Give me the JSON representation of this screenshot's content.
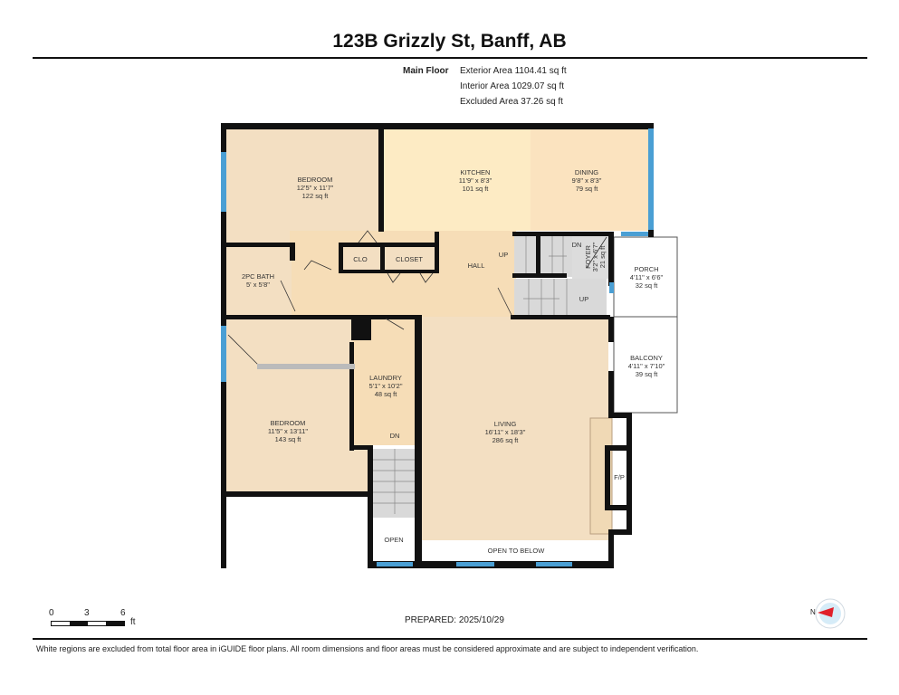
{
  "header": {
    "title": "123B Grizzly St, Banff, AB",
    "floor_label": "Main Floor",
    "exterior_area": "Exterior Area 1104.41 sq ft",
    "interior_area": "Interior Area 1029.07 sq ft",
    "excluded_area": "Excluded Area 37.26 sq ft"
  },
  "rooms": {
    "bedroom1": {
      "name": "BEDROOM",
      "dims": "12'5\" x 11'7\"",
      "area": "122 sq ft"
    },
    "kitchen": {
      "name": "KITCHEN",
      "dims": "11'9\" x 8'3\"",
      "area": "101 sq ft"
    },
    "dining": {
      "name": "DINING",
      "dims": "9'8\" x 8'3\"",
      "area": "79 sq ft"
    },
    "clo": {
      "name": "CLO"
    },
    "closet": {
      "name": "CLOSET"
    },
    "hall": {
      "name": "HALL"
    },
    "bath": {
      "name": "2PC BATH",
      "dims": "5' x 5'8\""
    },
    "foyer": {
      "name": "FOYER",
      "dims": "3'2\" x 6'7\"",
      "area": "21 sq ft"
    },
    "porch": {
      "name": "PORCH",
      "dims": "4'11\" x 6'6\"",
      "area": "32 sq ft"
    },
    "balcony": {
      "name": "BALCONY",
      "dims": "4'11\" x 7'10\"",
      "area": "39 sq ft"
    },
    "laundry": {
      "name": "LAUNDRY",
      "dims": "5'1\" x 10'2\"",
      "area": "48 sq ft"
    },
    "bedroom2": {
      "name": "BEDROOM",
      "dims": "11'5\" x 13'11\"",
      "area": "143 sq ft"
    },
    "living": {
      "name": "LIVING",
      "dims": "16'11\" x 18'3\"",
      "area": "286 sq ft"
    },
    "fireplace": {
      "name": "F/P"
    },
    "open": {
      "name": "OPEN"
    },
    "open_below": {
      "name": "OPEN TO BELOW"
    }
  },
  "stairs": {
    "up1": "UP",
    "up2": "UP",
    "dn1": "DN",
    "dn2": "DN"
  },
  "scale_bar": {
    "tick0": "0",
    "tick1": "3",
    "tick2": "6",
    "unit": "ft"
  },
  "prepared": "PREPARED: 2025/10/29",
  "compass": {
    "label": "N"
  },
  "footer": "White regions are excluded from total floor area in iGUIDE floor plans. All room dimensions and floor areas must be considered approximate and are subject to independent verification.",
  "colors": {
    "wall": "#111111",
    "window": "#4a9fd4",
    "bedroom": "#f3dfc2",
    "kitchen": "#fdebc4",
    "dining": "#fbe3bf",
    "hall": "#f6ddb7",
    "stairs": "#d9d9d9",
    "compass_arrow": "#e0202a"
  }
}
